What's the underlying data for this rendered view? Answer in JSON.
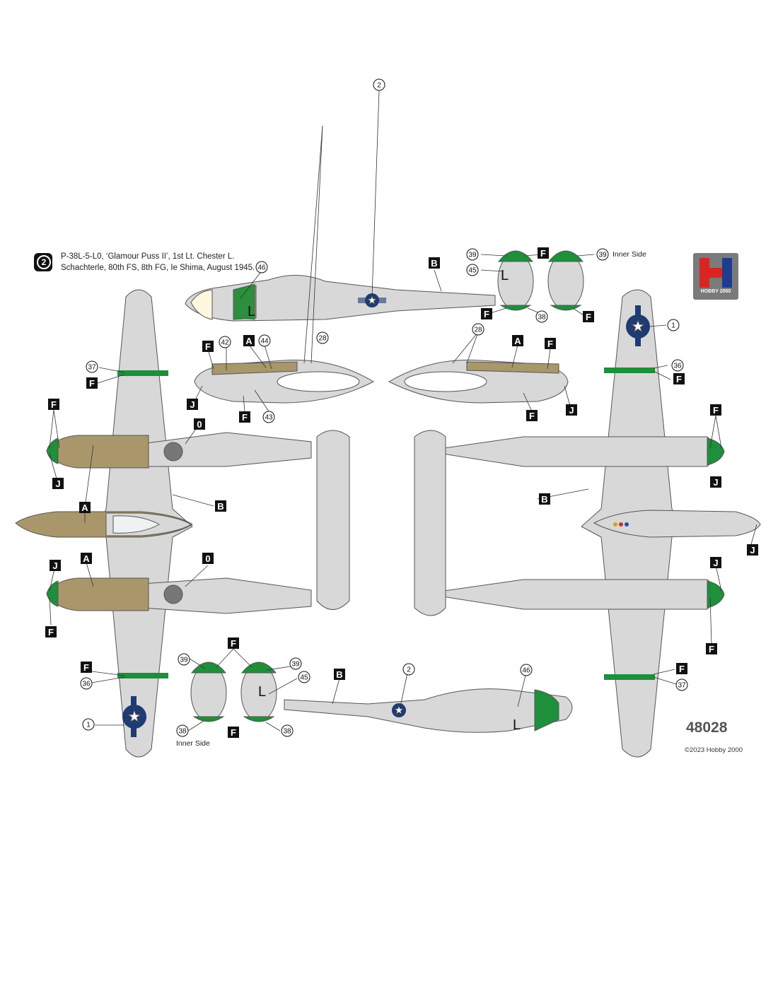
{
  "title": {
    "badge_number": "2",
    "line1": "P-38L-5-L0, ‘Glamour Puss II’, 1st Lt. Chester L.",
    "line2": "Schachterle, 80th FS, 8th FG, Ie Shima, August 1945."
  },
  "inner_side_labels": [
    "Inner Side",
    "Inner Side"
  ],
  "logo": {
    "letter": "H",
    "name": "HOBBY 2000"
  },
  "kit_number": "48028",
  "copyright": "©2023 Hobby 2000",
  "tail_letter": "L",
  "colors": {
    "aircraft_grey": "#d8d8d8",
    "outline": "#555555",
    "olive_drab": "#a9976b",
    "green": "#1e8f3a",
    "insignia_blue": "#1f3b73",
    "label_bg": "#111111"
  },
  "markers": [
    {
      "text": "F",
      "type": "letter"
    },
    {
      "text": "J",
      "type": "letter"
    },
    {
      "text": "A",
      "type": "letter"
    },
    {
      "text": "B",
      "type": "letter"
    },
    {
      "text": "0",
      "type": "letter"
    },
    {
      "text": "1",
      "type": "circle"
    },
    {
      "text": "2",
      "type": "circle"
    },
    {
      "text": "28",
      "type": "circle"
    },
    {
      "text": "36",
      "type": "circle"
    },
    {
      "text": "37",
      "type": "circle"
    },
    {
      "text": "38",
      "type": "circle"
    },
    {
      "text": "39",
      "type": "circle"
    },
    {
      "text": "42",
      "type": "circle"
    },
    {
      "text": "43",
      "type": "circle"
    },
    {
      "text": "44",
      "type": "circle"
    },
    {
      "text": "45",
      "type": "circle"
    },
    {
      "text": "46",
      "type": "circle"
    }
  ]
}
